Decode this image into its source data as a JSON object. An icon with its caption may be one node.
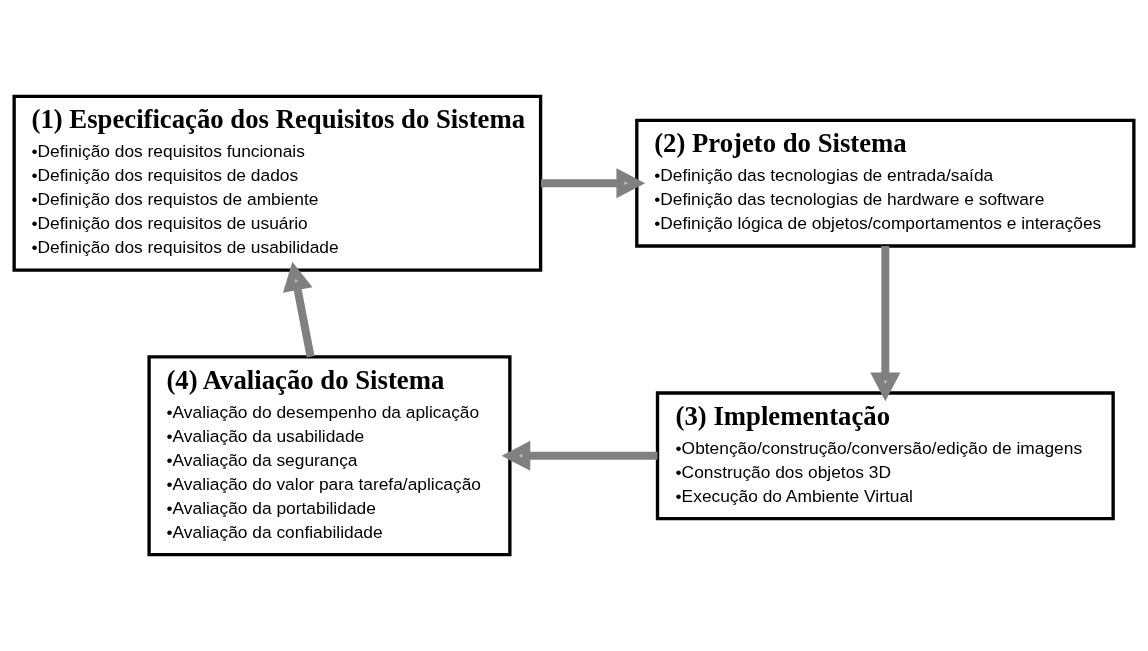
{
  "diagram": {
    "nodes": [
      {
        "text": [
          "(1) Especificação dos Requisitos do Sistema",
          "•Definição dos requisitos funcionais",
          "•Definição dos requisitos de dados",
          "•Definição dos requistos de ambiente",
          "•Definição dos requisitos de usuário",
          "•Definição dos requisitos de usabilidade"
        ]
      },
      {
        "text": [
          "(2) Projeto do Sistema",
          "•Definição das tecnologias de entrada/saída",
          "•Definição das tecnologias de hardware e software",
          "•Definição lógica de objetos/comportamentos e interações"
        ]
      },
      {
        "text": [
          "(3) Implementação",
          "•Obtenção/construção/conversão/edição de imagens",
          "•Construção dos objetos 3D",
          "•Execução do Ambiente Virtual"
        ]
      },
      {
        "text": [
          "(4) Avaliação do Sistema",
          "•Avaliação do desempenho da aplicação",
          "•Avaliação da usabilidade",
          "•Avaliação da segurança",
          "•Avaliação do valor para tarefa/aplicação",
          "•Avaliação da portabilidade",
          "•Avaliação da confiabilidade"
        ]
      }
    ],
    "edges": [
      {
        "from": 0,
        "to": 1,
        "arrow": "to"
      },
      {
        "from": 1,
        "to": 2,
        "arrow": "to"
      },
      {
        "from": 2,
        "to": 3,
        "arrow": "to"
      },
      {
        "from": 3,
        "to": 0,
        "arrow": "to"
      }
    ]
  }
}
